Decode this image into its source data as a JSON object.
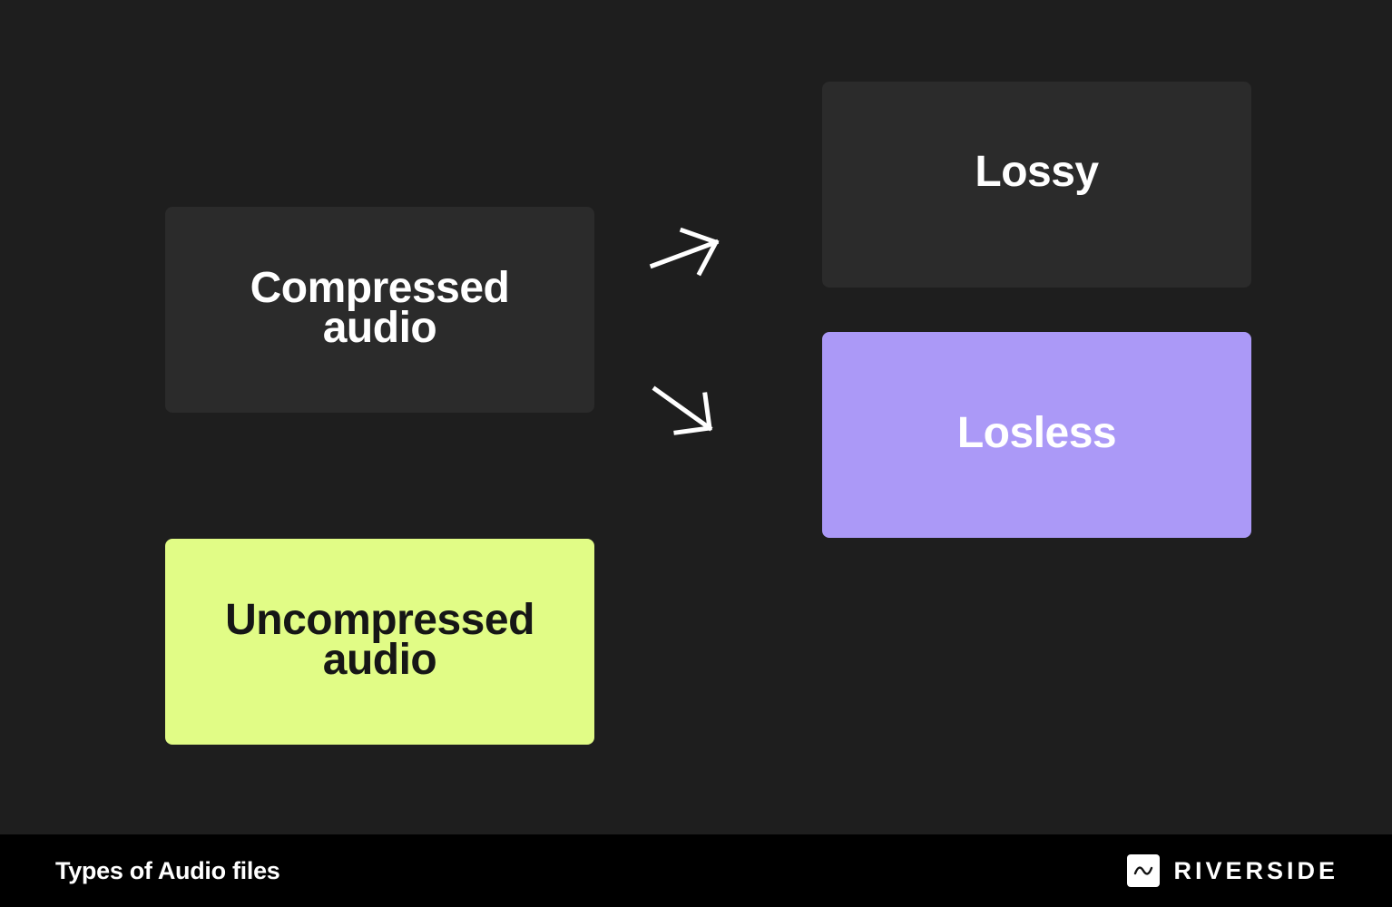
{
  "diagram": {
    "nodes": {
      "compressed": {
        "line1": "Compressed",
        "line2": "audio"
      },
      "uncompressed": {
        "line1": "Uncompressed",
        "line2": "audio"
      },
      "lossy": {
        "label": "Lossy"
      },
      "lossless": {
        "label": "Losless"
      }
    },
    "edges": [
      {
        "from": "compressed",
        "to": "lossy"
      },
      {
        "from": "compressed",
        "to": "lossless"
      }
    ]
  },
  "footer": {
    "caption": "Types of Audio files",
    "brand_name": "RIVERSIDE",
    "brand_icon": "wave-icon"
  },
  "colors": {
    "background": "#1e1e1e",
    "box_dark": "#2b2b2b",
    "uncompressed_box": "#e1fc86",
    "lossless_box": "#ab99f7",
    "footer_bg": "#000000"
  }
}
